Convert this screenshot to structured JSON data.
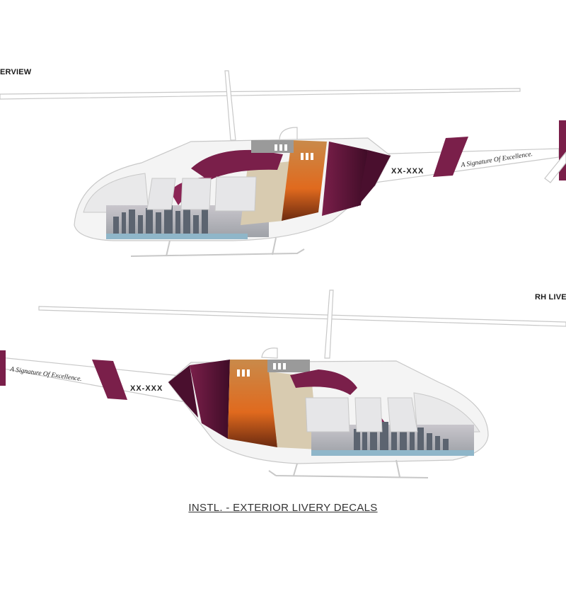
{
  "views": {
    "lh_label": "ERVIEW",
    "rh_label": "RH LIVERY"
  },
  "aircraft": {
    "registration": "XX-XXX",
    "slogan": "A Signature Of Excellence."
  },
  "caption": "INSTL. - EXTERIOR LIVERY DECALS",
  "colors": {
    "maroon": "#7a1f4a",
    "dark_maroon": "#4a0f2e",
    "sky_gray": "#b9b9bd",
    "outline": "#c8c8c8",
    "water": "#8fb6c9"
  }
}
